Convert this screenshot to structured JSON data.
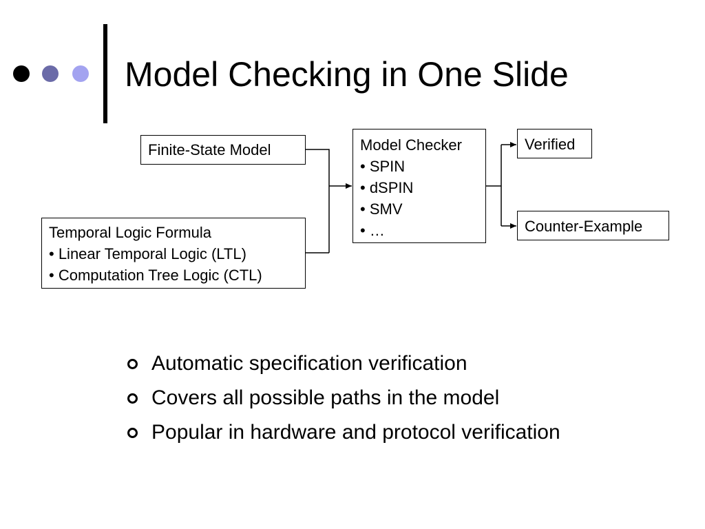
{
  "colors": {
    "dot_1": "#000000",
    "dot_2": "#6b6ba8",
    "dot_3": "#a3a3f0",
    "title_bar": "#000000",
    "connector": "#000000"
  },
  "title": "Model Checking in One Slide",
  "diagram": {
    "finite_state_model": "Finite-State Model",
    "temporal_logic": {
      "heading": "Temporal Logic Formula",
      "items": [
        "• Linear Temporal Logic (LTL)",
        "• Computation Tree Logic (CTL)"
      ]
    },
    "model_checker": {
      "heading": "Model Checker",
      "items": [
        "• SPIN",
        "• dSPIN",
        "• SMV",
        "• …"
      ]
    },
    "verified": "Verified",
    "counter_example": "Counter-Example"
  },
  "bullets": [
    "Automatic specification verification",
    "Covers all possible paths in the model",
    "Popular in hardware and protocol verification"
  ]
}
